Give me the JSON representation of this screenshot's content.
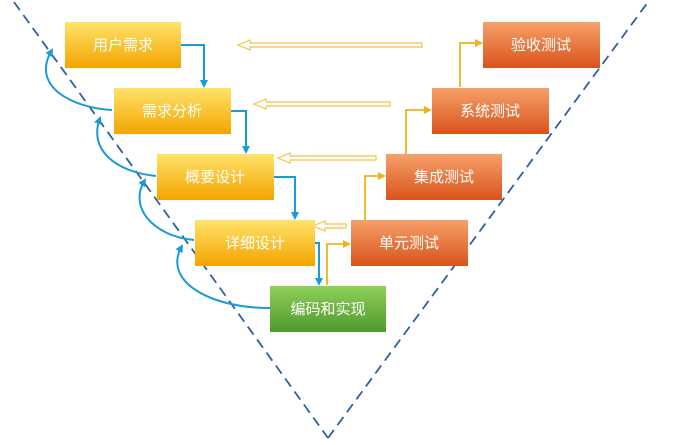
{
  "diagram": {
    "left_stages": [
      {
        "label": "用户需求"
      },
      {
        "label": "需求分析"
      },
      {
        "label": "概要设计"
      },
      {
        "label": "详细设计"
      }
    ],
    "bottom_stage": {
      "label": "编码和实现"
    },
    "right_stages": [
      {
        "label": "单元测试"
      },
      {
        "label": "集成测试"
      },
      {
        "label": "系统测试"
      },
      {
        "label": "验收测试"
      }
    ]
  },
  "colors": {
    "design_gradient_top": "#ffe36a",
    "design_gradient_bottom": "#f3a400",
    "coding_gradient_top": "#8fcf5a",
    "coding_gradient_bottom": "#4f9a2c",
    "test_gradient_top": "#f6a06a",
    "test_gradient_bottom": "#d9531b",
    "flow_arrow": "#1a9ad6",
    "feedback_arrow": "#1a9ad6",
    "test_connector": "#f2b21a",
    "verification_arrow": "#f4c245",
    "dashed_outline": "#2f5ea8"
  }
}
